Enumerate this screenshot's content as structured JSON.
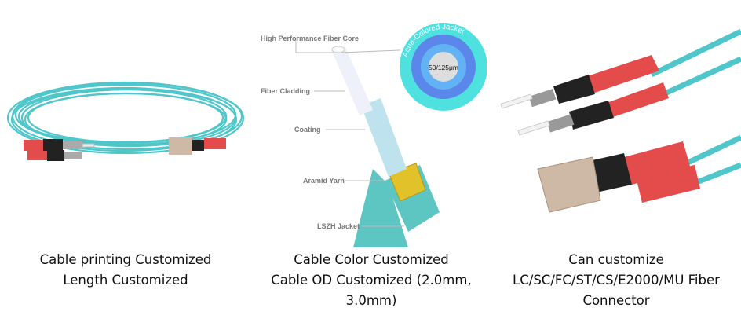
{
  "panels": [
    {
      "caption": [
        "Cable printing Customized",
        "Length Customized"
      ]
    },
    {
      "caption": [
        "Cable Color Customized",
        "Cable OD Customized (2.0mm,",
        "3.0mm)"
      ],
      "diagram": {
        "labels": [
          "High Performance Fiber Core",
          "Fiber Cladding",
          "Coating",
          "Aramid Yarn",
          "LSZH Jacket"
        ],
        "ring_title": "Aqua-Colored Jacket",
        "core_size": "50/125μm"
      }
    },
    {
      "caption": [
        "Can customize",
        "LC/SC/FC/ST/CS/E2000/MU Fiber",
        "Connector"
      ]
    }
  ],
  "colors": {
    "aqua": "#4fc6c9",
    "red": "#e44b4b",
    "black": "#222222",
    "yarn": "#e2c22a",
    "beige": "#cdb9a6"
  }
}
